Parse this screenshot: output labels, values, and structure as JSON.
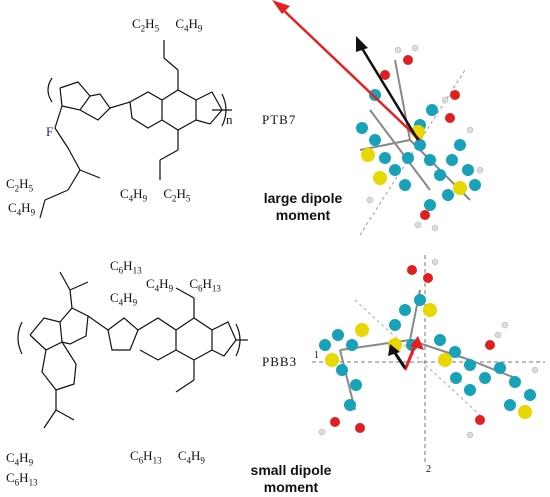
{
  "ptb7": {
    "name": "PTB7",
    "caption_line1": "large dipole",
    "caption_line2": "moment",
    "fluorine_label": "F",
    "repeat_label": "n",
    "side_chains": {
      "top": "C2H5–C4H9",
      "bottom_right": "C4H9–C2H5",
      "ester": "C2H5 / C4H9"
    }
  },
  "pbb3": {
    "name": "PBB3",
    "caption_line1": "small dipole",
    "caption_line2": "moment",
    "side_chains": {
      "top": "C6H13 / C4H9",
      "middle": "C4H9–C6H13",
      "bottom_right": "C6H13–C4H9",
      "ester": "C4H9 / C6H13"
    },
    "axis_labels": [
      "1",
      "2"
    ]
  },
  "colors": {
    "carbon": "#17a2b8",
    "sulfur": "#e6d800",
    "oxygen": "#e02020",
    "hydrogen": "#e8e8e8",
    "dipole_arrow": "#e82020",
    "axis_arrow": "#111111",
    "fluorine": "#1a1acc"
  }
}
